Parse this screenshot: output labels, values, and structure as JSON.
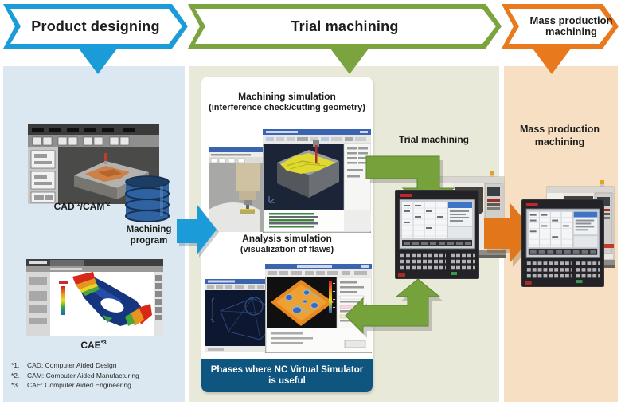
{
  "colors": {
    "cyan": "#1b9cd8",
    "green": "#7ba33e",
    "orange": "#e8791d",
    "left_bg": "#dbe8f2",
    "middle_bg": "#e9e9d9",
    "right_bg": "#f7dfc3",
    "deep_blue_banner": "#0e567f",
    "arrow_blue": "#1b9cd8",
    "arrow_green": "#76a23c",
    "arrow_orange": "#e2761b"
  },
  "phases": [
    {
      "label": "Product designing"
    },
    {
      "label": "Trial machining"
    },
    {
      "label": "Mass production machining"
    }
  ],
  "product_designing": {
    "cad_cam": {
      "t1": "CAD",
      "s1": "*1",
      "t2": "/CAM",
      "s2": "*2"
    },
    "machining_program": "Machining program",
    "cae": {
      "t": "CAE",
      "s": "*3"
    },
    "footnotes": [
      {
        "ref": "*1.",
        "text": "CAD: Computer Aided Design"
      },
      {
        "ref": "*2.",
        "text": "CAM: Computer Aided Manufacturing"
      },
      {
        "ref": "*3.",
        "text": "CAE: Computer Aided Engineering"
      }
    ]
  },
  "trial_machining": {
    "machining_simulation": {
      "title": "Machining simulation",
      "subtitle": "(interference check/cutting geometry)"
    },
    "analysis_simulation": {
      "title": "Analysis simulation",
      "subtitle": "(visualization of flaws)"
    },
    "trial_label": "Trial machining",
    "banner_line1": "Phases where NC Virtual Simulator",
    "banner_line2": "is useful"
  },
  "mass_production": {
    "label": "Mass production machining"
  },
  "icons": {
    "database": "machining-program-database-icon",
    "flow_arrows": [
      "blue-right-arrow",
      "green-elbow-down-arrow",
      "green-bidirectional-elbow-arrow",
      "orange-right-arrow"
    ]
  }
}
